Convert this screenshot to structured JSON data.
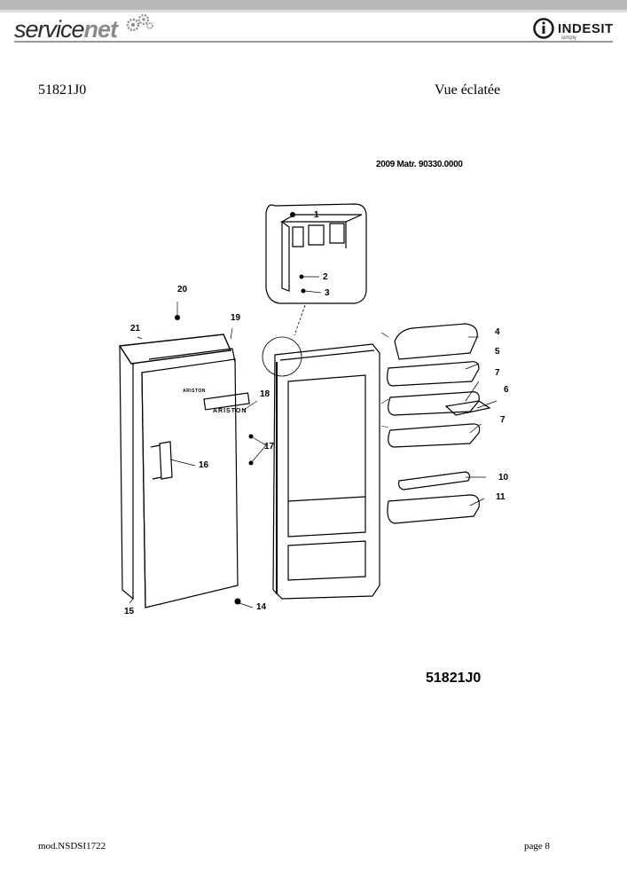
{
  "header": {
    "logo_service": "service",
    "logo_net": "net",
    "brand": "INDESIT",
    "brand_sub": "simply"
  },
  "model_code": "51821J0",
  "view_title": "Vue éclatée",
  "matr_text": "2009  Matr. 90330.0000",
  "part_labels": [
    "1",
    "2",
    "3",
    "4",
    "5",
    "6",
    "7",
    "7",
    "10",
    "11",
    "14",
    "15",
    "16",
    "17",
    "18",
    "19",
    "20",
    "21"
  ],
  "door_badge_text": "ARISTON",
  "model_big": "51821J0",
  "footer": {
    "left": "mod.NSDSI1722",
    "right": "page 8"
  }
}
